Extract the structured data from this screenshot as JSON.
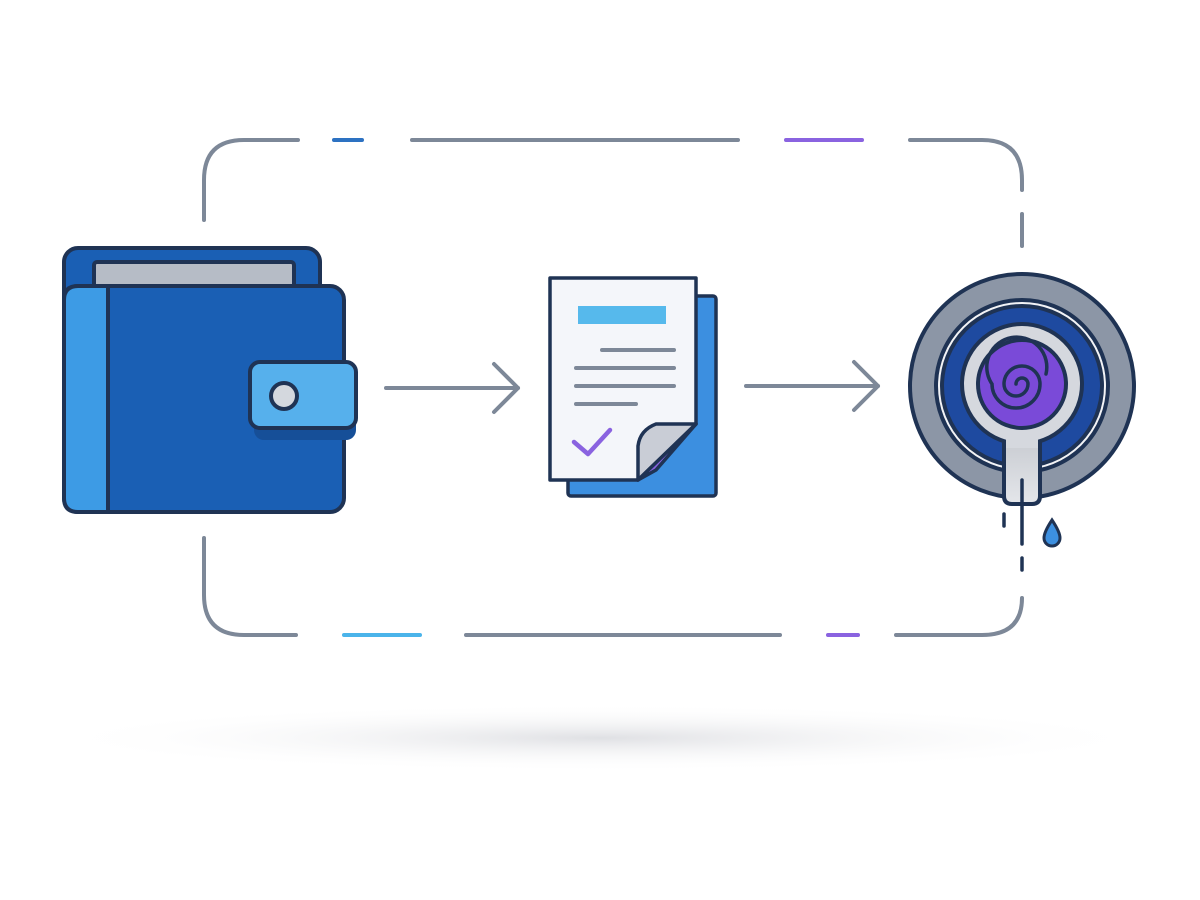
{
  "diagram": {
    "nodes": [
      {
        "id": "wallet",
        "icon": "wallet-icon"
      },
      {
        "id": "document",
        "icon": "signed-document-icon"
      },
      {
        "id": "fingerprint",
        "icon": "fingerprint-scanner-icon"
      }
    ],
    "edges": [
      {
        "from": "wallet",
        "to": "document",
        "style": "solid-arrow"
      },
      {
        "from": "document",
        "to": "fingerprint",
        "style": "solid-arrow"
      }
    ],
    "loop": {
      "style": "dashed-rounded-rectangle",
      "encloses": [
        "wallet",
        "document",
        "fingerprint"
      ]
    }
  },
  "colors": {
    "outline": "#1f3354",
    "wallet_blue": "#1a5fb4",
    "wallet_light": "#3d9be5",
    "card_gray": "#b6bcc6",
    "document_paper": "#f4f6fa",
    "document_highlight": "#56b9ec",
    "document_back": "#3c8fe0",
    "check_purple": "#8a63e0",
    "ring_gray": "#8c96a6",
    "ring_navy": "#1e4aa0",
    "fingerprint_purple": "#7a4ad8",
    "drop_blue": "#3c8fe0",
    "connector_gray": "#7d8898",
    "dash_teal": "#2d72c2",
    "dash_cyan": "#4bb4ea",
    "dash_purple": "#8a63e0",
    "shadow": "#e6e7ea"
  }
}
